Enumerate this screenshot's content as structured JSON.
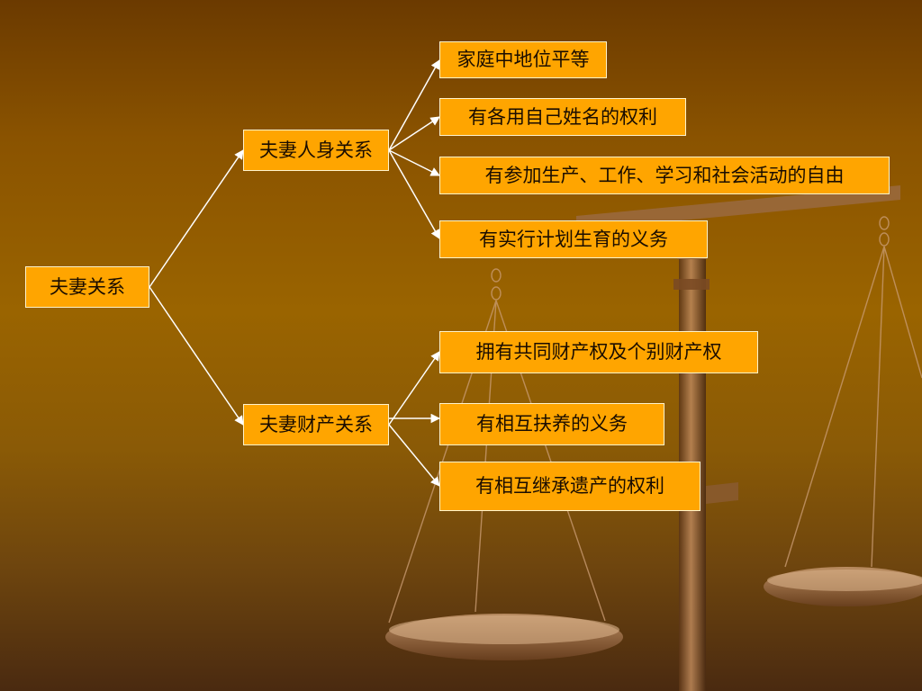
{
  "diagram": {
    "root": {
      "id": "root",
      "label": "夫妻关系"
    },
    "branches": [
      {
        "id": "personal",
        "label": "夫妻人身关系",
        "children": [
          {
            "id": "p1",
            "label": "家庭中地位平等"
          },
          {
            "id": "p2",
            "label": "有各用自己姓名的权利"
          },
          {
            "id": "p3",
            "label": "有参加生产、工作、学习和社会活动的自由"
          },
          {
            "id": "p4",
            "label": "有实行计划生育的义务"
          }
        ]
      },
      {
        "id": "property",
        "label": "夫妻财产关系",
        "children": [
          {
            "id": "q1",
            "label": "拥有共同财产权及个别财产权"
          },
          {
            "id": "q2",
            "label": "有相互扶养的义务"
          },
          {
            "id": "q3",
            "label": "有相互继承遗产的权利"
          }
        ]
      }
    ],
    "colors": {
      "node_fill": "#ffa500",
      "node_border": "#fff3cc",
      "connector": "#ffffff",
      "text": "#1a0d00"
    }
  }
}
